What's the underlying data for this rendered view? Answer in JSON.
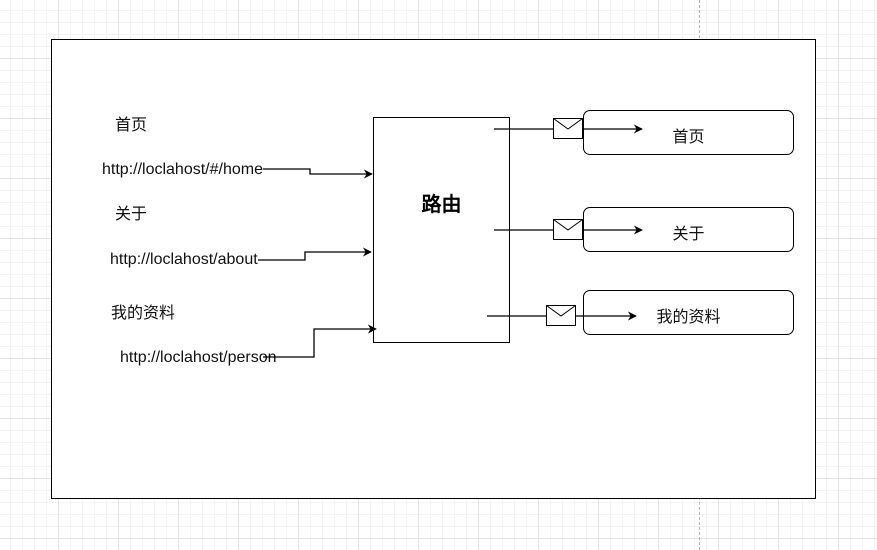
{
  "inputs": [
    {
      "label": "首页",
      "url": "http://loclahost/#/home"
    },
    {
      "label": "关于",
      "url": "http://loclahost/about"
    },
    {
      "label": "我的资料",
      "url": "http://loclahost/person"
    }
  ],
  "router": {
    "title": "路由"
  },
  "pages": [
    {
      "label": "首页"
    },
    {
      "label": "关于"
    },
    {
      "label": "我的资料"
    }
  ]
}
